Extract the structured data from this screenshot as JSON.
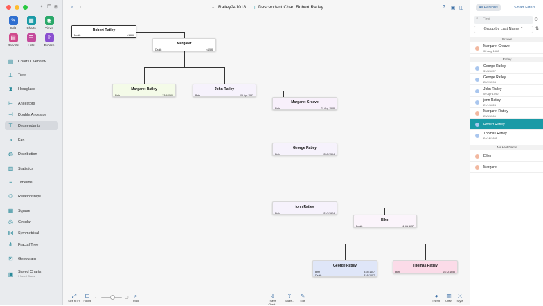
{
  "window": {
    "title": "Ratley241018",
    "chart_title": "Descendant Chart Robert Ratley"
  },
  "toolbar": [
    {
      "label": "Edit",
      "color": "#2f6fd0",
      "glyph": "✎"
    },
    {
      "label": "Charts",
      "color": "#1a9aa6",
      "glyph": "▦"
    },
    {
      "label": "Views",
      "color": "#2aa86a",
      "glyph": "◉"
    },
    {
      "label": "Reports",
      "color": "#d04a8c",
      "glyph": "▤"
    },
    {
      "label": "Lists",
      "color": "#c44a9c",
      "glyph": "☰"
    },
    {
      "label": "Publish",
      "color": "#8a4fd0",
      "glyph": "⇧"
    }
  ],
  "nav": [
    {
      "label": "Charts Overview",
      "icon": "charts-overview-icon",
      "glyph": "▤"
    },
    {
      "label": "Tree",
      "icon": "tree-icon",
      "glyph": "⊥"
    },
    {
      "label": "Hourglass",
      "icon": "hourglass-icon",
      "glyph": "⧗"
    },
    {
      "label": "Ancestors",
      "icon": "ancestors-icon",
      "glyph": "⊢"
    },
    {
      "label": "Double Ancestor",
      "icon": "double-ancestor-icon",
      "glyph": "⊣"
    },
    {
      "label": "Descendants",
      "icon": "descendants-icon",
      "glyph": "⊤"
    },
    {
      "label": "Fan",
      "icon": "fan-icon",
      "glyph": "◔"
    },
    {
      "label": "Distribution",
      "icon": "distribution-icon",
      "glyph": "◍"
    },
    {
      "label": "Statistics",
      "icon": "statistics-icon",
      "glyph": "▥"
    },
    {
      "label": "Timeline",
      "icon": "timeline-icon",
      "glyph": "≡"
    },
    {
      "label": "Relationships",
      "icon": "relationships-icon",
      "glyph": "⚇"
    },
    {
      "label": "Square",
      "icon": "square-icon",
      "glyph": "▦"
    },
    {
      "label": "Circular",
      "icon": "circular-icon",
      "glyph": "◎"
    },
    {
      "label": "Symmetrical",
      "icon": "symmetrical-icon",
      "glyph": "⋈"
    },
    {
      "label": "Fractal Tree",
      "icon": "fractal-tree-icon",
      "glyph": "⋔"
    },
    {
      "label": "Genogram",
      "icon": "genogram-icon",
      "glyph": "⊡"
    },
    {
      "label": "Saved Charts",
      "icon": "saved-charts-icon",
      "glyph": "▣"
    }
  ],
  "saved_sub": "0 Saved Charts",
  "chart_boxes": [
    {
      "name": "Robert Ratley",
      "rows": [
        [
          "Death",
          "<1626"
        ]
      ]
    },
    {
      "name": "Margaret",
      "rows": [
        [
          "Death",
          "<1598"
        ]
      ]
    },
    {
      "name": "Margaret Ratley",
      "rows": [
        [
          "Birth",
          "23/5/1566"
        ]
      ]
    },
    {
      "name": "John Ratley",
      "rows": [
        [
          "Birth",
          "09 Apr 1592"
        ]
      ]
    },
    {
      "name": "Margaret Greave",
      "rows": [
        [
          "Birth",
          "02 Aug 1568"
        ]
      ]
    },
    {
      "name": "George Ratley",
      "rows": [
        [
          "Birth",
          "22/2/1594"
        ]
      ]
    },
    {
      "name": "jonn Ratley",
      "rows": [
        [
          "Birth",
          "21/1/1624"
        ]
      ]
    },
    {
      "name": "Ellen",
      "rows": [
        [
          "Death",
          "12 Jul 1657"
        ]
      ]
    },
    {
      "name": "George Ratley",
      "rows": [
        [
          "Birth",
          "31/8/1657"
        ],
        [
          "Death",
          "31/8/1657"
        ]
      ]
    },
    {
      "name": "Thomas Ratley",
      "rows": [
        [
          "Birth",
          "24/12/1655"
        ]
      ]
    }
  ],
  "bottom": [
    "Size to Fit",
    "Focus",
    "Find",
    "Save Chart...",
    "Share...",
    "Edit",
    "Theme",
    "Chart",
    "Style"
  ],
  "right": {
    "tab_all": "All Persons",
    "tab_smart": "Smart Filters",
    "search_placeholder": "Find",
    "group": "Group by Last Name",
    "sections": [
      {
        "title": "Greave",
        "people": [
          {
            "name": "Margaret Greave",
            "date": "02 Aug 1568",
            "color": "#f2b8a0"
          }
        ]
      },
      {
        "title": "Ratley",
        "people": [
          {
            "name": "George Ratley",
            "date": "31/8/1657",
            "color": "#a9c6ee"
          },
          {
            "name": "George Ratley",
            "date": "22/2/1594",
            "color": "#a9c6ee"
          },
          {
            "name": "John Ratley",
            "date": "09 Apr 1592",
            "color": "#a9c6ee"
          },
          {
            "name": "jonn Ratley",
            "date": "21/1/1624",
            "color": "#a9c6ee"
          },
          {
            "name": "Margaret Ratley",
            "date": "23/5/1566",
            "color": "#f2b8a0"
          },
          {
            "name": "Robert Ratley",
            "date": "",
            "color": "#a9c6ee"
          },
          {
            "name": "Thomas Ratley",
            "date": "24/12/1655",
            "color": "#a9c6ee"
          }
        ]
      },
      {
        "title": "No Last Name",
        "people": [
          {
            "name": "Ellen",
            "date": "",
            "color": "#f2b8a0"
          },
          {
            "name": "Margaret",
            "date": "",
            "color": "#f2b8a0"
          }
        ]
      }
    ]
  }
}
